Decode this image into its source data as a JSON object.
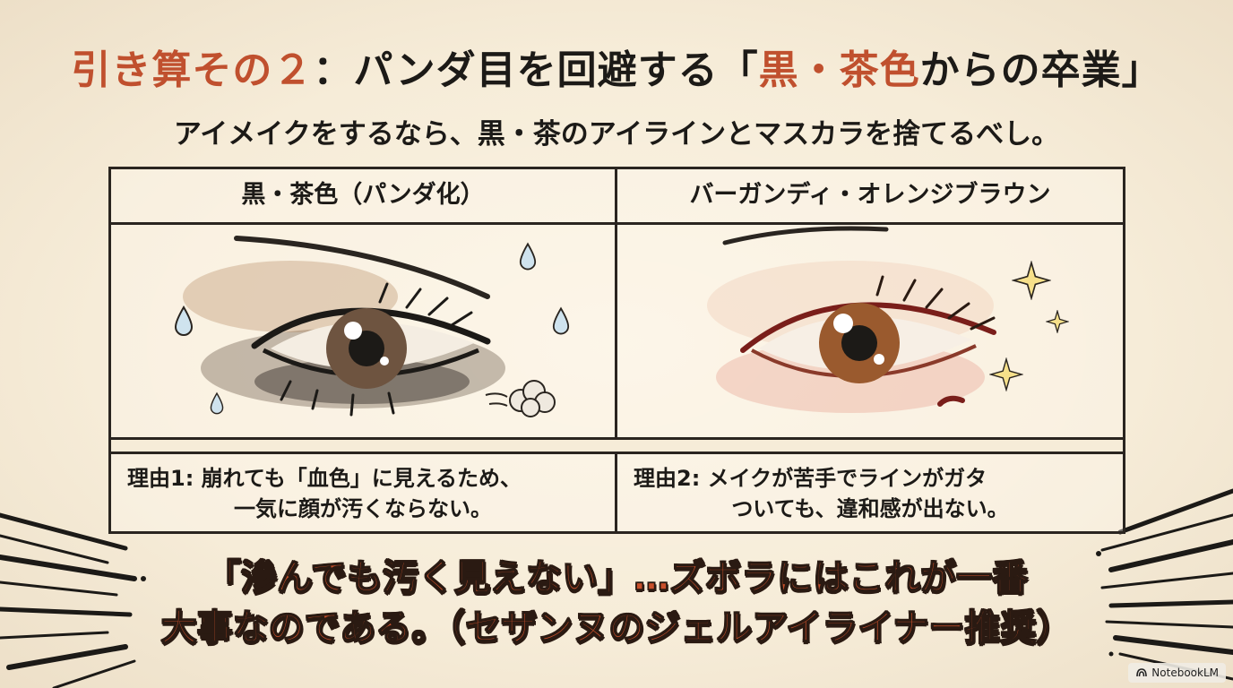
{
  "title": {
    "prefix": "引き算その２",
    "middle": "：パンダ目を回避する「",
    "accent": "黒・茶色",
    "suffix": "からの卒業」"
  },
  "subtitle": "アイメイクをするなら、黒・茶のアイラインとマスカラを捨てるべし。",
  "comparison": {
    "left_header": "黒・茶色（パンダ化）",
    "right_header": "バーガンディ・オレンジブラウン",
    "left_reason_line1": "理由1: 崩れても「血色」に見えるため、",
    "left_reason_line2": "一気に顔が汚くならない。",
    "right_reason_line1": "理由2: メイクが苦手でラインがガタ",
    "right_reason_line2": "ついても、違和感が出ない。"
  },
  "callout": {
    "line1": "「滲んでも汚く見えない」…ズボラにはこれが一番",
    "line2": "大事なのである。（セザンヌのジェルアイライナー推奨）"
  },
  "badge": {
    "label": "NotebookLM"
  },
  "colors": {
    "accent": "#c0502e",
    "callout": "#c9502b",
    "background": "#f6ecd8",
    "ink": "#2a2520"
  },
  "icons": [
    "water-drop-icon",
    "dust-puff-icon",
    "sparkle-icon",
    "notebooklm-logo-icon"
  ]
}
